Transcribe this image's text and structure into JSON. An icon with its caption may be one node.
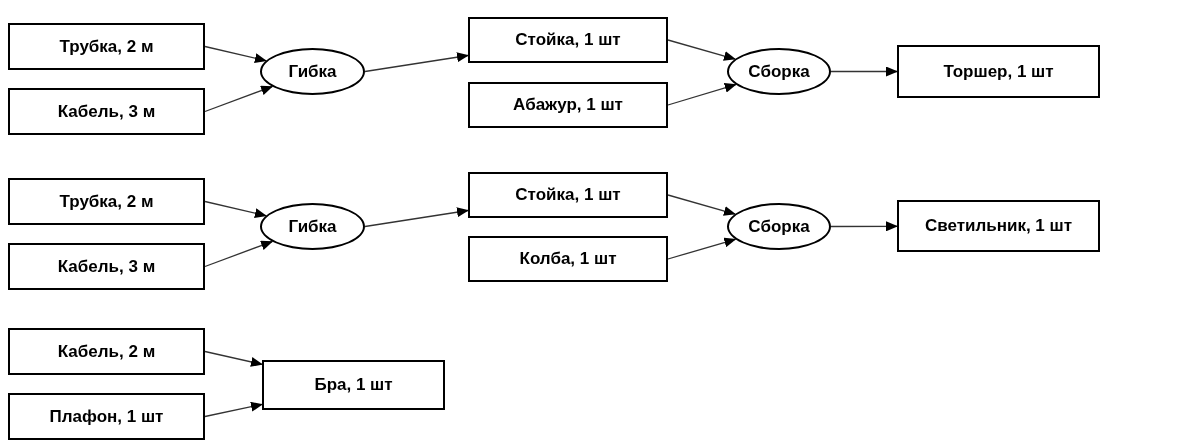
{
  "diagram": {
    "nodes": [
      {
        "text": [
          "Трубка, 2 м"
        ]
      },
      {
        "text": [
          "Кабель, 3 м"
        ]
      },
      {
        "text": [
          "Гибка"
        ]
      },
      {
        "text": [
          "Стойка, 1 шт"
        ]
      },
      {
        "text": [
          "Абажур, 1 шт"
        ]
      },
      {
        "text": [
          "Сборка"
        ]
      },
      {
        "text": [
          "Торшер, 1 шт"
        ]
      },
      {
        "text": [
          "Трубка, 2 м"
        ]
      },
      {
        "text": [
          "Кабель, 3 м"
        ]
      },
      {
        "text": [
          "Гибка"
        ]
      },
      {
        "text": [
          "Стойка, 1 шт"
        ]
      },
      {
        "text": [
          "Колба, 1 шт"
        ]
      },
      {
        "text": [
          "Сборка"
        ]
      },
      {
        "text": [
          "Светильник, 1 шт"
        ]
      },
      {
        "text": [
          "Кабель, 2 м"
        ]
      },
      {
        "text": [
          "Плафон, 1 шт"
        ]
      },
      {
        "text": [
          "Бра, 1 шт"
        ]
      }
    ],
    "edges": [
      {
        "from": 0,
        "to": 2,
        "arrow": "to"
      },
      {
        "from": 1,
        "to": 2,
        "arrow": "to"
      },
      {
        "from": 2,
        "to": 3,
        "arrow": "to"
      },
      {
        "from": 3,
        "to": 5,
        "arrow": "to"
      },
      {
        "from": 4,
        "to": 5,
        "arrow": "to"
      },
      {
        "from": 5,
        "to": 6,
        "arrow": "to"
      },
      {
        "from": 7,
        "to": 9,
        "arrow": "to"
      },
      {
        "from": 8,
        "to": 9,
        "arrow": "to"
      },
      {
        "from": 9,
        "to": 10,
        "arrow": "to"
      },
      {
        "from": 10,
        "to": 12,
        "arrow": "to"
      },
      {
        "from": 11,
        "to": 12,
        "arrow": "to"
      },
      {
        "from": 12,
        "to": 13,
        "arrow": "to"
      },
      {
        "from": 14,
        "to": 16,
        "arrow": "to"
      },
      {
        "from": 15,
        "to": 16,
        "arrow": "to"
      }
    ]
  }
}
